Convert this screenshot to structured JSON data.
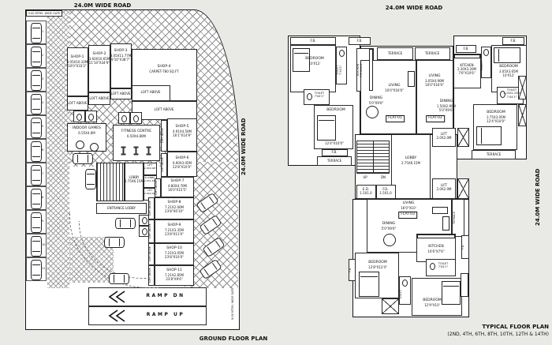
{
  "colors": {
    "page_bg": "#e9eae5",
    "ink": "#111111",
    "wall": "#222222",
    "hatch": "#8f8f8f"
  },
  "ground": {
    "road_top": "24.0M WIDE ROAD",
    "road_right": "24.0M WIDE ROAD",
    "gate_top": "9.00 MTRS. WIDE GATE",
    "gate_bottom": "9.00 MTRS. WIDE GATE",
    "title": "GROUND FLOOR PLAN",
    "entrance_lobby": "ENTRANCE LOBBY",
    "ramp_dn": "RAMP DN",
    "ramp_up": "RAMP UP",
    "loft_above": "LOFT ABOVE",
    "shops": [
      {
        "n": "SHOP-1",
        "m": "3.05X10.10M",
        "f": "10'0\"X33'2\""
      },
      {
        "n": "SHOP-2",
        "m": "3.60X10.65M",
        "f": "11'10\"X34'9\""
      },
      {
        "n": "SHOP-3",
        "m": "3.05X11.77M",
        "f": "9'10\"X38'7\""
      },
      {
        "n": "SHOP-4",
        "m": "CARPET-780 SQ.FT",
        "f": ""
      },
      {
        "n": "SHOP-5",
        "m": "4.91X4.50M",
        "f": "16'1\"X14'9\""
      },
      {
        "n": "SHOP-6",
        "m": "6.90X3.05M",
        "f": "22'8\"X10'0\""
      },
      {
        "n": "SHOP-7",
        "m": "4.80X4.70M",
        "f": "16'0\"X15'5\""
      },
      {
        "n": "SHOP-8",
        "m": "7.21X2.00M",
        "f": "23'8\"X6'10\""
      },
      {
        "n": "SHOP-9",
        "m": "7.21X3.35M",
        "f": "23'8\"X11'0\""
      },
      {
        "n": "SHOP-10",
        "m": "7.21X3.05M",
        "f": "23'8\"X10'0\""
      },
      {
        "n": "SHOP-11",
        "m": "7.21X2.85M",
        "f": "23'8\"X9'6\""
      }
    ],
    "fitness": {
      "n": "FITNESS CENTRE",
      "m": "6.50X4.80M"
    },
    "indoor": {
      "n": "INDOOR GAMES",
      "m": "6.55X4.0M"
    },
    "lift": {
      "n": "LIFT",
      "m": "2.0X2.0M"
    },
    "elobby": {
      "n": "E.LOBBY",
      "m": "2.0X1.5M"
    },
    "lobby": {
      "n": "LOBBY",
      "m": "2.75X6.15M"
    },
    "stalls": [
      "1",
      "2",
      "3",
      "4",
      "5",
      "6",
      "7",
      "8",
      "9",
      "10",
      "11"
    ]
  },
  "typical": {
    "road_top": "24.0M WIDE ROAD",
    "road_right": "24.0M WIDE ROAD",
    "title1": "TYPICAL FLOOR PLAN",
    "title2": "(2ND, 4TH, 6TH, 8TH, 10TH, 12TH & 14TH)",
    "fb": "F.B.",
    "terrace": "TERRACE",
    "up": "UP",
    "dn": "DN",
    "flat1": "FLAT-01",
    "flat2": "FLAT-02",
    "flat3": "FLAT-03",
    "lift": {
      "n": "LIFT",
      "m": "2.0X2.0M"
    },
    "lobby": {
      "n": "LOBBY",
      "m": "2.75X6.15M"
    },
    "ed": {
      "n": "E.D.",
      "m": "1.5X1.0"
    },
    "fd": {
      "n": "F.D.",
      "m": "1.5X1.0"
    },
    "rooms": {
      "bed1": {
        "n": "BEDROOM",
        "m": "",
        "f": "10'X12'"
      },
      "toil1": {
        "n": "TOILET",
        "m": "",
        "f": "7'X4'1\""
      },
      "kit1": {
        "n": "KITCHEN",
        "m": "",
        "f": "7'6\"X10'6\""
      },
      "living1": {
        "n": "LIVING",
        "m": "",
        "f": "10'0\"X16'0\""
      },
      "dining1": {
        "n": "DINING",
        "m": "",
        "f": "5'0\"X9'6\""
      },
      "toil2": {
        "n": "TOILET",
        "m": "",
        "f": "7'X4'1\""
      },
      "bed2": {
        "n": "BEDROOM",
        "m": "",
        "f": "12'4\"X10'0\""
      },
      "living2": {
        "n": "LIVING",
        "m": "3.05X4.90M",
        "f": "10'0\"X16'0\""
      },
      "dining2": {
        "n": "DINING",
        "m": "1.50X2.90M",
        "f": "5'0\"X9'6\""
      },
      "kit2": {
        "n": "KITCHEN",
        "m": "2.30X3.20M",
        "f": "7'6\"X10'6\""
      },
      "toil3": {
        "n": "TOILET",
        "m": "2.15X1.20M",
        "f": "7'X4'1\""
      },
      "bed3": {
        "n": "BEDROOM",
        "m": "3.05X3.65M",
        "f": "10'X12'"
      },
      "toil4": {
        "n": "TOILET",
        "m": "2.15X1.20M",
        "f": "7'X4'1\""
      },
      "bed4": {
        "n": "BEDROOM",
        "m": "3.75X3.05M",
        "f": "12'4\"X10'0\""
      },
      "living3": {
        "n": "LIVING",
        "m": "",
        "f": "16'0\"X10'"
      },
      "dining3": {
        "n": "DINING",
        "m": "",
        "f": "5'0\"X9'6\""
      },
      "kit3": {
        "n": "KITCHEN",
        "m": "",
        "f": "10'6\"X7'6\""
      },
      "bed5": {
        "n": "BEDROOM",
        "m": "",
        "f": "12'8\"X12'4\""
      },
      "toil5": {
        "n": "TOILET",
        "m": "",
        "f": "7'X4'1\""
      },
      "toil6": {
        "n": "TOILET",
        "m": "",
        "f": "7'X4'1\""
      },
      "bed6": {
        "n": "BEDROOM",
        "m": "",
        "f": "12'9\"X10'"
      }
    }
  }
}
